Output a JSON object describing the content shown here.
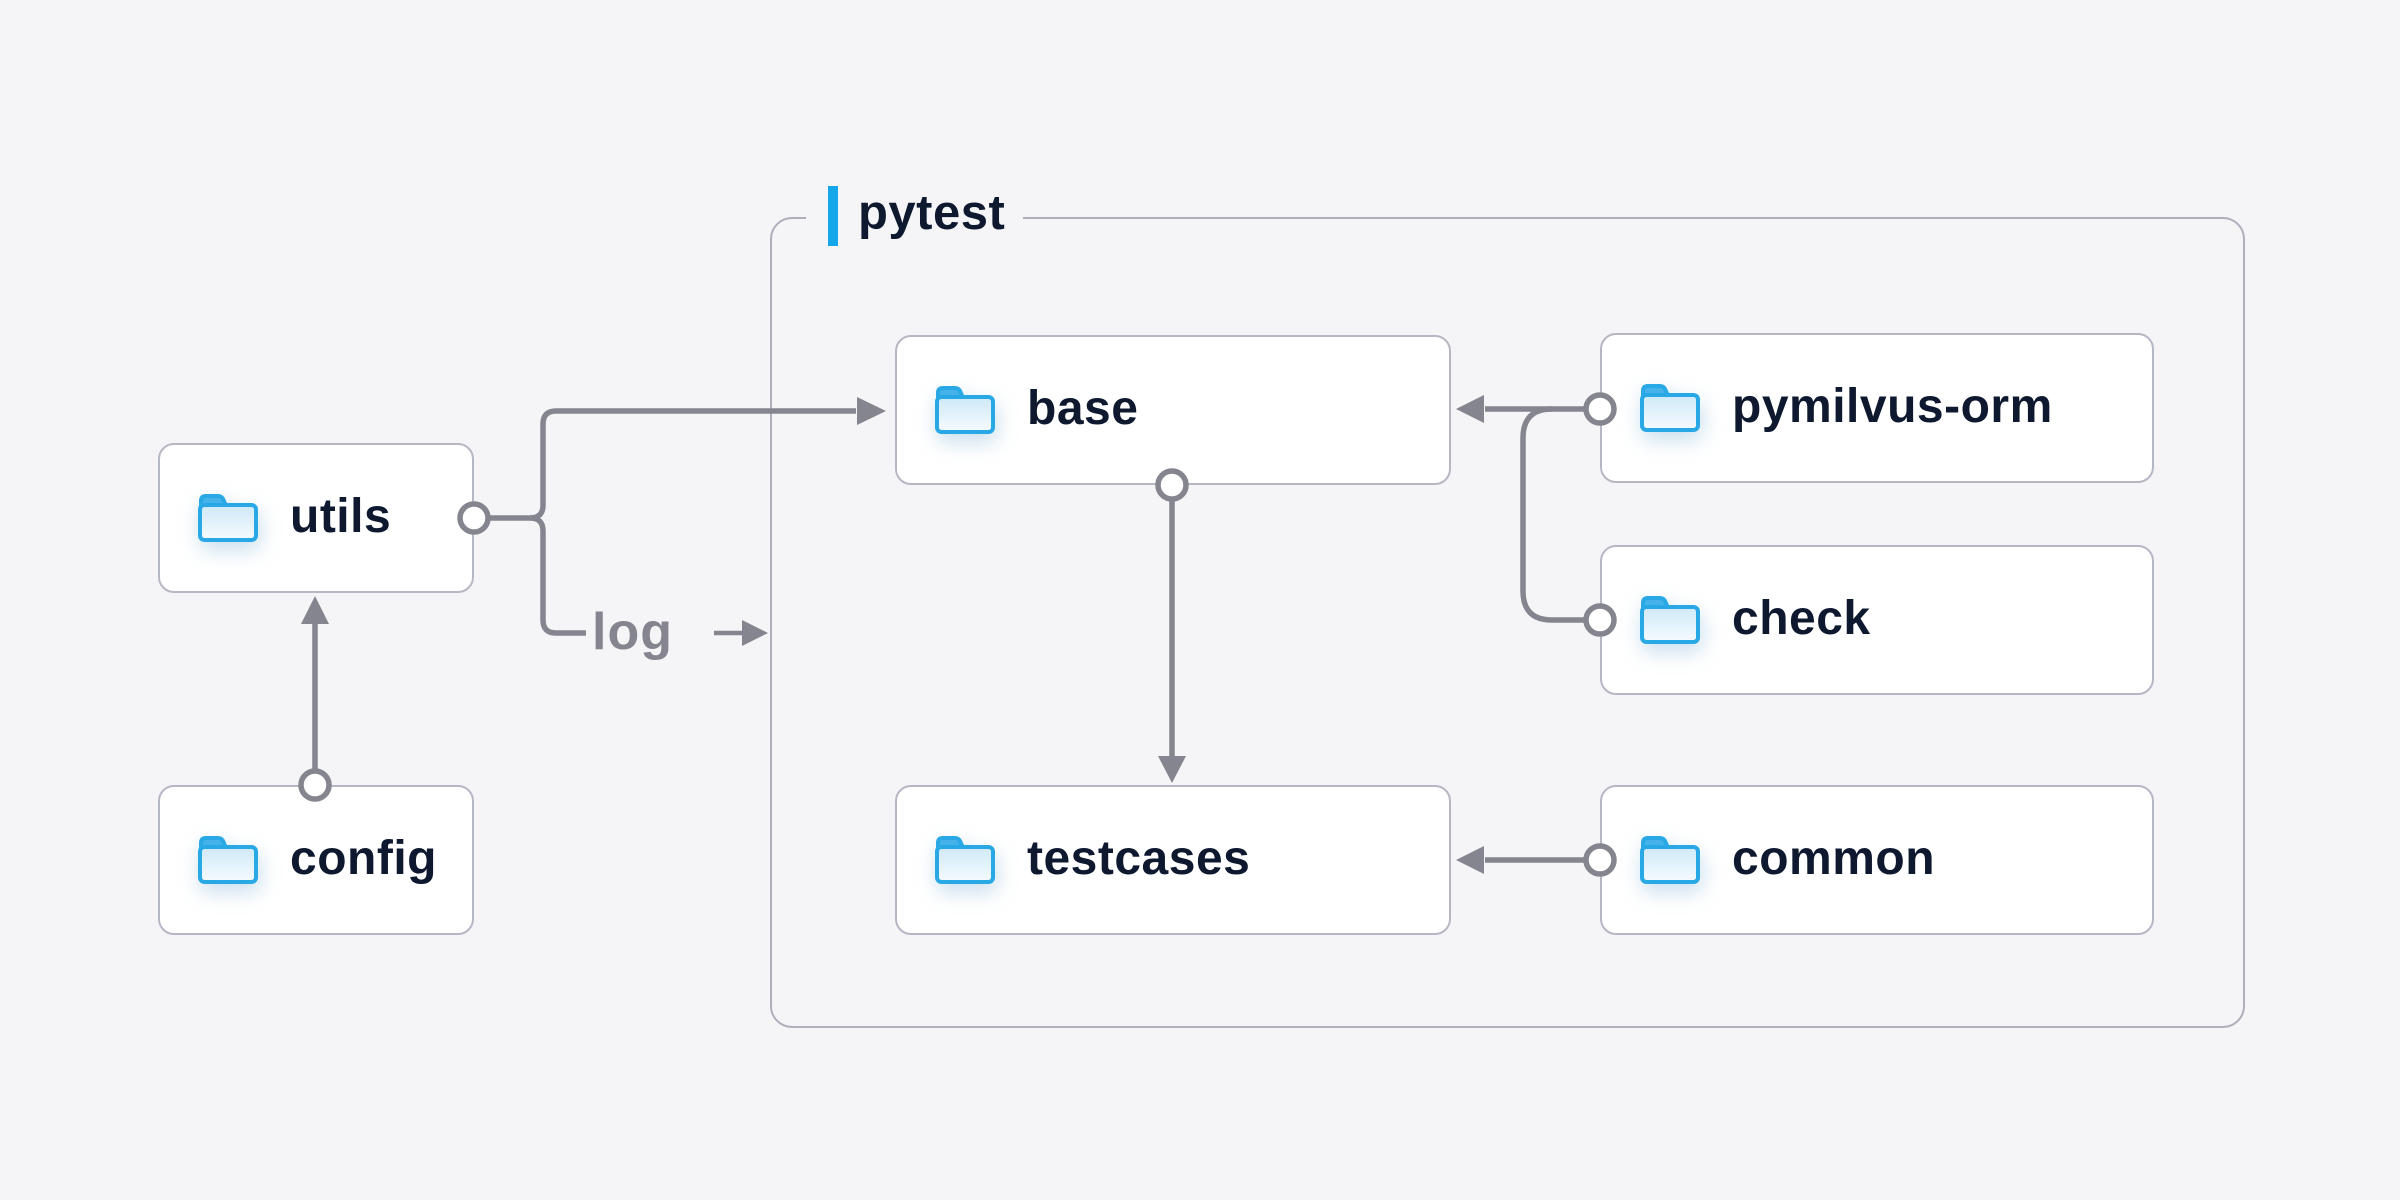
{
  "group": {
    "label": "pytest"
  },
  "nodes": {
    "utils": {
      "label": "utils",
      "icon": "folder-icon"
    },
    "config": {
      "label": "config",
      "icon": "folder-icon"
    },
    "base": {
      "label": "base",
      "icon": "folder-icon"
    },
    "testcases": {
      "label": "testcases",
      "icon": "folder-icon"
    },
    "pymilvus_orm": {
      "label": "pymilvus-orm",
      "icon": "folder-icon"
    },
    "check": {
      "label": "check",
      "icon": "folder-icon"
    },
    "common": {
      "label": "common",
      "icon": "folder-icon"
    }
  },
  "edges": [
    {
      "from": "config",
      "to": "utils",
      "label": ""
    },
    {
      "from": "utils",
      "to": "base",
      "label": ""
    },
    {
      "from": "utils",
      "to": "pytest",
      "label": "log"
    },
    {
      "from": "pymilvus-orm",
      "to": "base",
      "label": ""
    },
    {
      "from": "check",
      "to": "base",
      "label": ""
    },
    {
      "from": "base",
      "to": "testcases",
      "label": ""
    },
    {
      "from": "common",
      "to": "testcases",
      "label": ""
    }
  ],
  "colors": {
    "background": "#f5f5f7",
    "accent_blue": "#16a7ea",
    "folder_blue": "#29a8e6",
    "line_gray": "#85858f",
    "box_border": "#b6b7c4",
    "group_border": "#aeafbb",
    "text_navy": "#0e1930"
  }
}
